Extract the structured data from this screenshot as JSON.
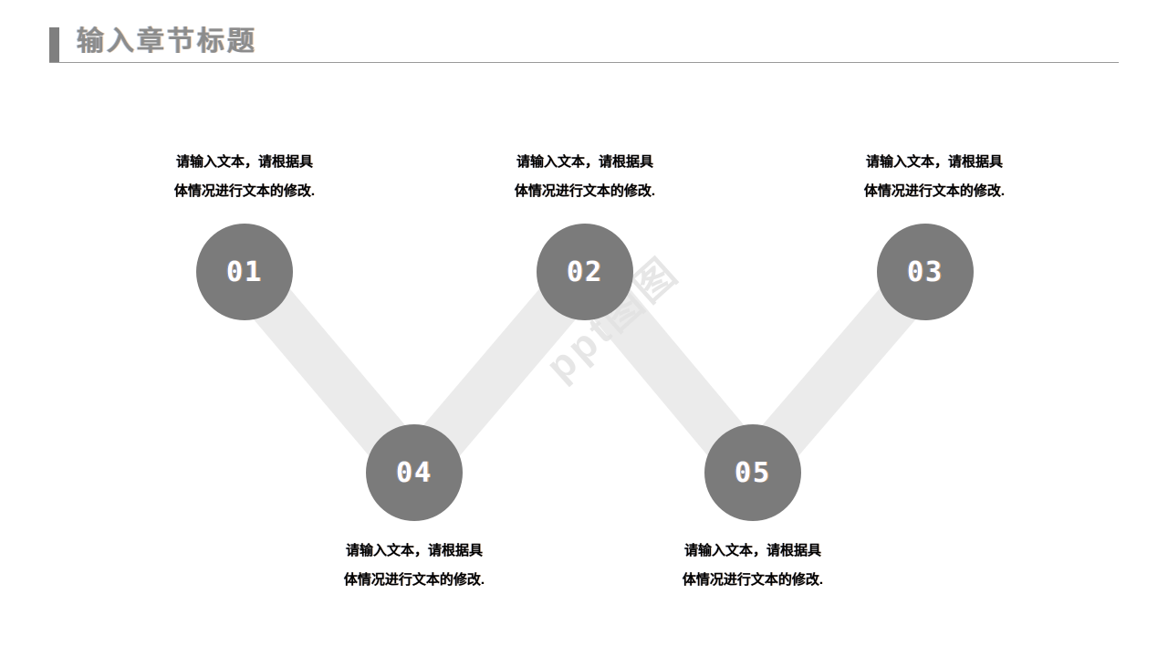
{
  "slide": {
    "title": "输入章节标题",
    "accent_color": "#7f7f7f",
    "title_color": "#8c8c8c",
    "node_color": "#7b7b7b",
    "connector_color": "#ebebeb",
    "background": "#ffffff",
    "watermark_text": "ppt图图"
  },
  "nodes": [
    {
      "id": "01",
      "number": "01",
      "caption_line1": "请输入文本，请根据具",
      "caption_line2": "体情况进行文本的修改.",
      "caption_position": "above"
    },
    {
      "id": "02",
      "number": "02",
      "caption_line1": "请输入文本，请根据具",
      "caption_line2": "体情况进行文本的修改.",
      "caption_position": "above"
    },
    {
      "id": "03",
      "number": "03",
      "caption_line1": "请输入文本，请根据具",
      "caption_line2": "体情况进行文本的修改.",
      "caption_position": "above"
    },
    {
      "id": "04",
      "number": "04",
      "caption_line1": "请输入文本，请根据具",
      "caption_line2": "体情况进行文本的修改.",
      "caption_position": "below"
    },
    {
      "id": "05",
      "number": "05",
      "caption_line1": "请输入文本，请根据具",
      "caption_line2": "体情况进行文本的修改.",
      "caption_position": "below"
    }
  ],
  "connectors": [
    {
      "from": "01",
      "to": "04"
    },
    {
      "from": "04",
      "to": "02"
    },
    {
      "from": "02",
      "to": "05"
    },
    {
      "from": "05",
      "to": "03"
    }
  ]
}
